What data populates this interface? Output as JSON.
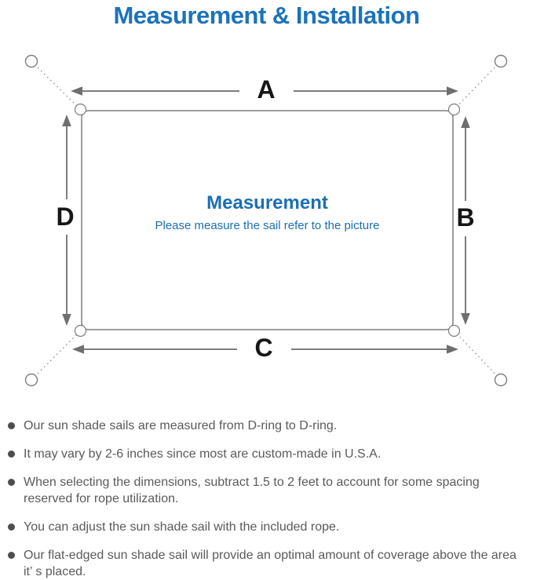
{
  "title": "Measurement & Installation",
  "diagram": {
    "labels": {
      "a": "A",
      "b": "B",
      "c": "C",
      "d": "D"
    },
    "center_title": "Measurement",
    "center_subtitle": "Please measure the sail refer to the picture",
    "icons": {
      "anchor_ring": "anchor-ring-circle",
      "corner_dring": "d-ring-corner-circle",
      "tether": "dashed-tether-line",
      "dimension_arrow": "double-headed-arrow"
    }
  },
  "notes": [
    "Our sun shade sails are measured from D-ring to D-ring.",
    "It may vary by 2-6 inches since most are custom-made in U.S.A.",
    "When selecting the dimensions, subtract 1.5 to 2 feet to account for some spacing reserved for rope utilization.",
    "You can adjust the sun shade sail with the included rope.",
    "Our flat-edged sun shade sail will provide an optimal amount of coverage above the area it’ s placed."
  ],
  "colors": {
    "accent_blue": "#1b73ba",
    "center_blue": "#1b6fb5",
    "note_text_gray": "#5a5a5a",
    "bullet_gray": "#4d4d4d",
    "line_gray": "#7d7d7d",
    "arrow_gray": "#6f6f6f",
    "label_black": "#161616",
    "background": "#ffffff"
  }
}
